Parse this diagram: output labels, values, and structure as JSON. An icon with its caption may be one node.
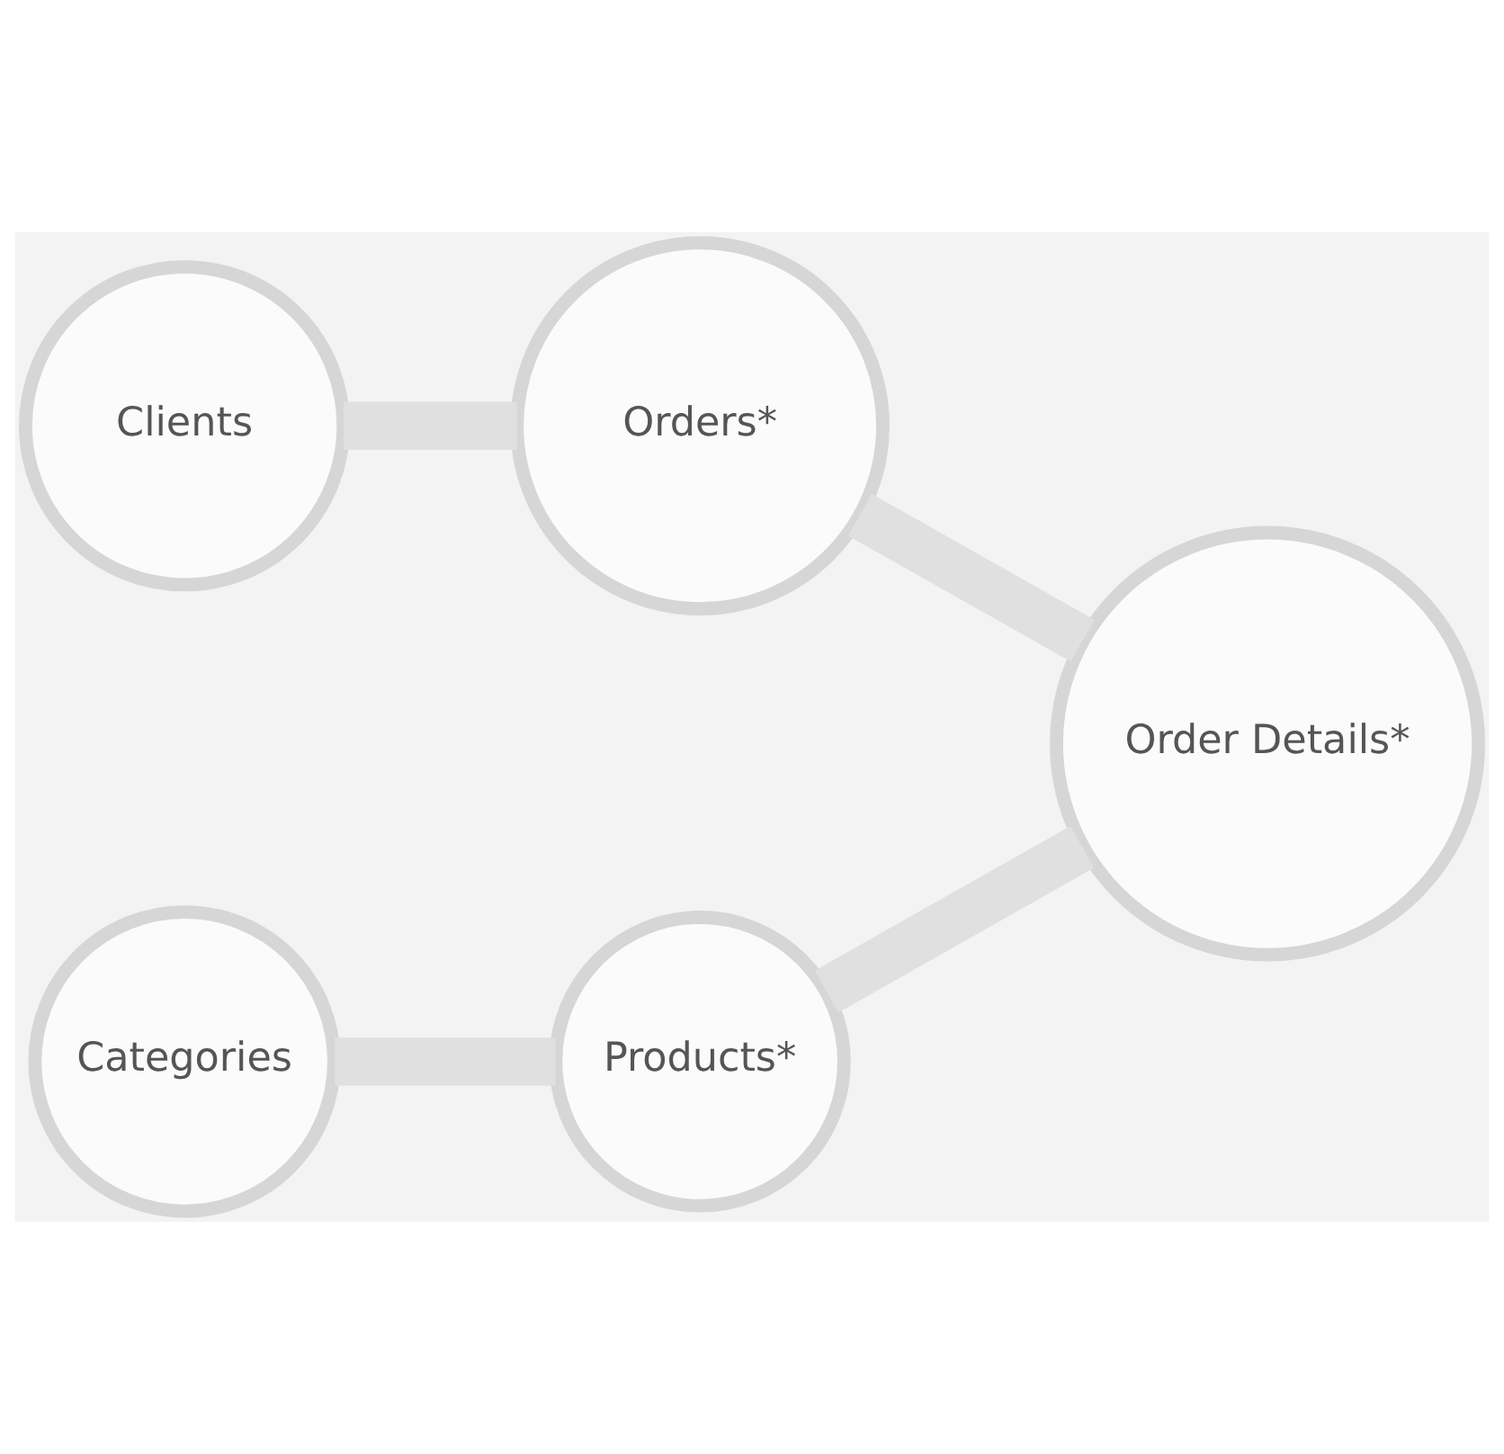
{
  "diagram": {
    "nodes": [
      {
        "text": [
          "Clients"
        ]
      },
      {
        "text": [
          "Orders*"
        ]
      },
      {
        "text": [
          "Order Details*"
        ]
      },
      {
        "text": [
          "Products*"
        ]
      },
      {
        "text": [
          "Categories"
        ]
      }
    ],
    "edges": [
      {
        "from": 0,
        "to": 1,
        "arrow": "none"
      },
      {
        "from": 1,
        "to": 2,
        "arrow": "none"
      },
      {
        "from": 2,
        "to": 3,
        "arrow": "none"
      },
      {
        "from": 3,
        "to": 4,
        "arrow": "none"
      }
    ]
  }
}
